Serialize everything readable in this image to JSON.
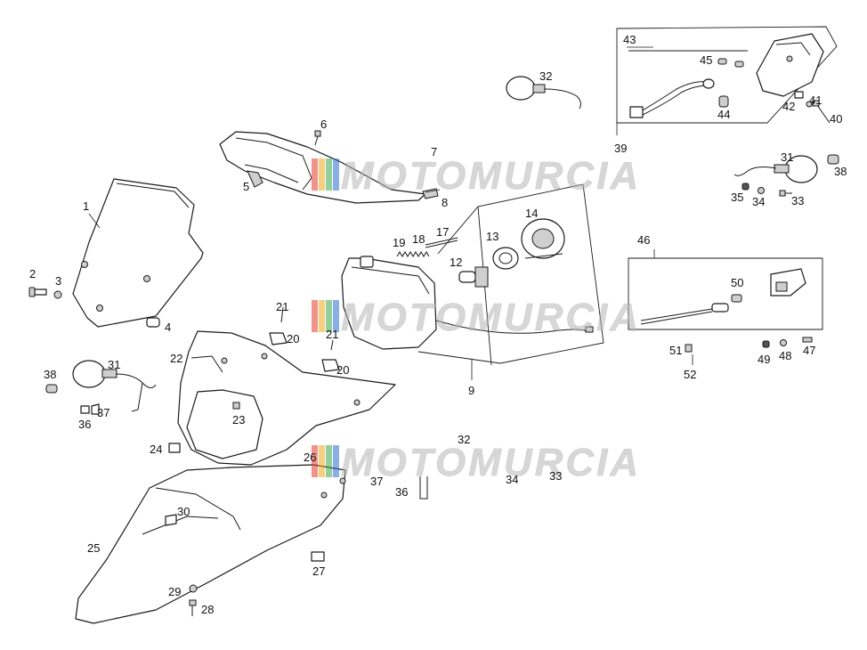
{
  "diagram": {
    "callouts": [
      {
        "num": "1"
      },
      {
        "num": "2"
      },
      {
        "num": "3"
      },
      {
        "num": "4"
      },
      {
        "num": "5"
      },
      {
        "num": "6"
      },
      {
        "num": "7"
      },
      {
        "num": "8"
      },
      {
        "num": "9"
      },
      {
        "num": "12"
      },
      {
        "num": "13"
      },
      {
        "num": "14"
      },
      {
        "num": "17"
      },
      {
        "num": "18"
      },
      {
        "num": "19"
      },
      {
        "num": "20"
      },
      {
        "num": "20"
      },
      {
        "num": "21"
      },
      {
        "num": "21"
      },
      {
        "num": "22"
      },
      {
        "num": "23"
      },
      {
        "num": "24"
      },
      {
        "num": "25"
      },
      {
        "num": "26"
      },
      {
        "num": "27"
      },
      {
        "num": "28"
      },
      {
        "num": "29"
      },
      {
        "num": "30"
      },
      {
        "num": "31"
      },
      {
        "num": "31"
      },
      {
        "num": "32"
      },
      {
        "num": "32"
      },
      {
        "num": "33"
      },
      {
        "num": "33"
      },
      {
        "num": "34"
      },
      {
        "num": "34"
      },
      {
        "num": "35"
      },
      {
        "num": "36"
      },
      {
        "num": "36"
      },
      {
        "num": "37"
      },
      {
        "num": "37"
      },
      {
        "num": "38"
      },
      {
        "num": "38"
      },
      {
        "num": "39"
      },
      {
        "num": "40"
      },
      {
        "num": "41"
      },
      {
        "num": "42"
      },
      {
        "num": "43"
      },
      {
        "num": "44"
      },
      {
        "num": "45"
      },
      {
        "num": "46"
      },
      {
        "num": "47"
      },
      {
        "num": "48"
      },
      {
        "num": "49"
      },
      {
        "num": "50"
      },
      {
        "num": "51"
      },
      {
        "num": "52"
      }
    ],
    "watermark": {
      "text": "MOTOMURCIA",
      "colors": [
        "#e23b2e",
        "#f0a81c",
        "#3aa84a",
        "#2b6fd1"
      ]
    }
  }
}
